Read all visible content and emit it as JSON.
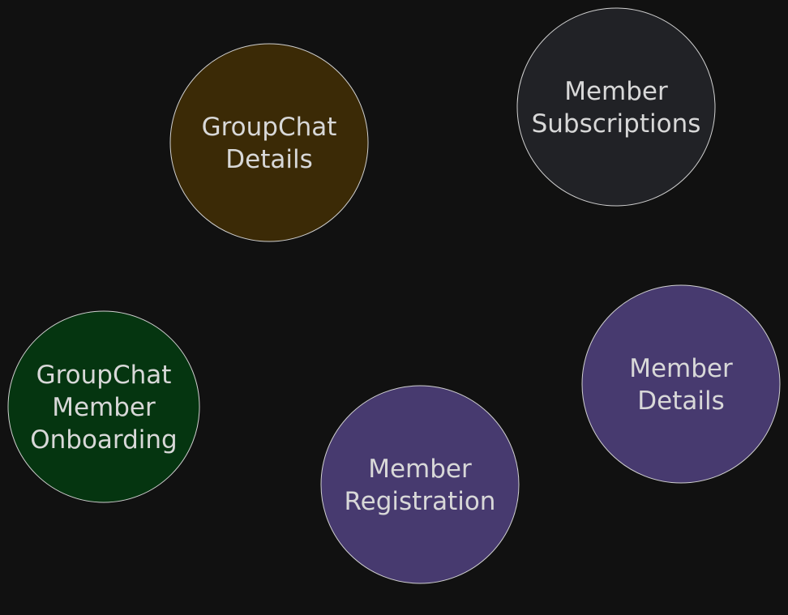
{
  "diagram": {
    "background": "#111111",
    "nodes": [
      {
        "id": "groupchat-details",
        "lines": [
          "GroupChat",
          "Details"
        ],
        "fill": "#3b2a06"
      },
      {
        "id": "member-subscriptions",
        "lines": [
          "Member",
          "Subscriptions"
        ],
        "fill": "#212226"
      },
      {
        "id": "groupchat-member-onboarding",
        "lines": [
          "GroupChat",
          "Member",
          "Onboarding"
        ],
        "fill": "#053510"
      },
      {
        "id": "member-details",
        "lines": [
          "Member",
          "Details"
        ],
        "fill": "#473a6f"
      },
      {
        "id": "member-registration",
        "lines": [
          "Member",
          "Registration"
        ],
        "fill": "#473a6f"
      }
    ]
  }
}
